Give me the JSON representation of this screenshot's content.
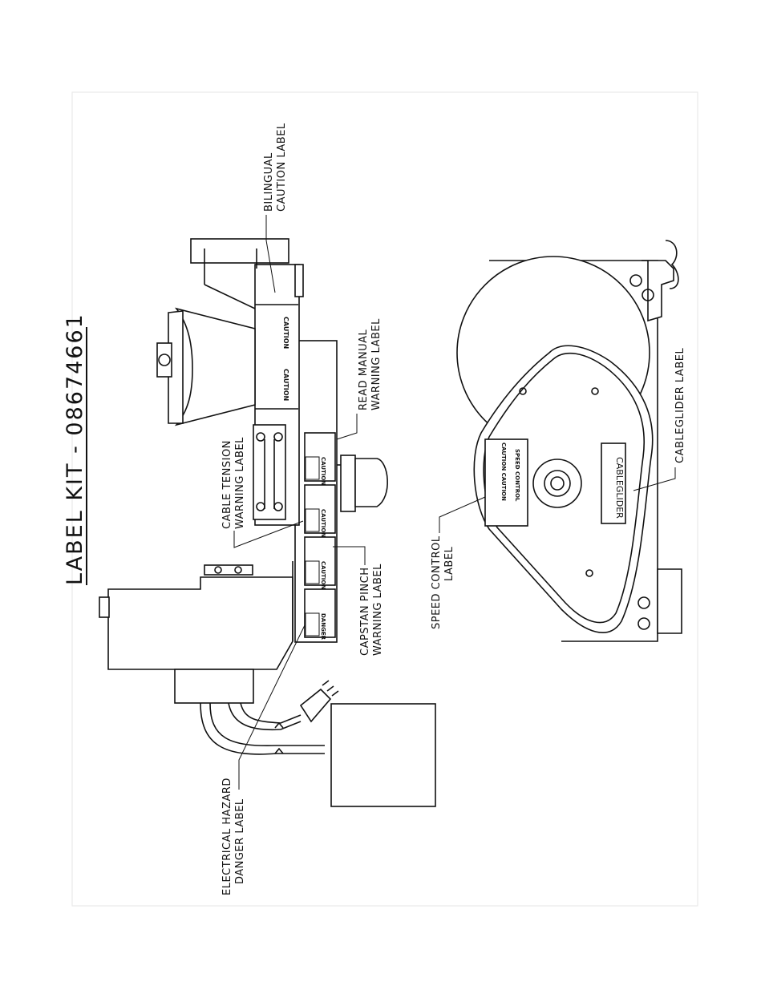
{
  "title": "LABEL KIT - 08674661",
  "callouts": {
    "bilingual_caution": [
      "BILINGUAL",
      "CAUTION LABEL"
    ],
    "read_manual": [
      "READ MANUAL",
      "WARNING LABEL"
    ],
    "cable_tension": [
      "CABLE TENSION",
      "WARNING LABEL"
    ],
    "capstan_pinch": [
      "CAPSTAN PINCH",
      "WARNING LABEL"
    ],
    "electrical_hazard": [
      "ELECTRICAL HAZARD",
      "DANGER LABEL"
    ],
    "speed_control": [
      "SPEED CONTROL",
      "LABEL"
    ],
    "cableglider": "CABLEGLIDER LABEL"
  },
  "decals": {
    "caution": "CAUTION",
    "danger": "DANGER",
    "speed_control_top": "CAUTION CAUTION",
    "speed_control_bottom": "SPEED CONTROL",
    "cableglider": "CABLEGLIDER"
  }
}
